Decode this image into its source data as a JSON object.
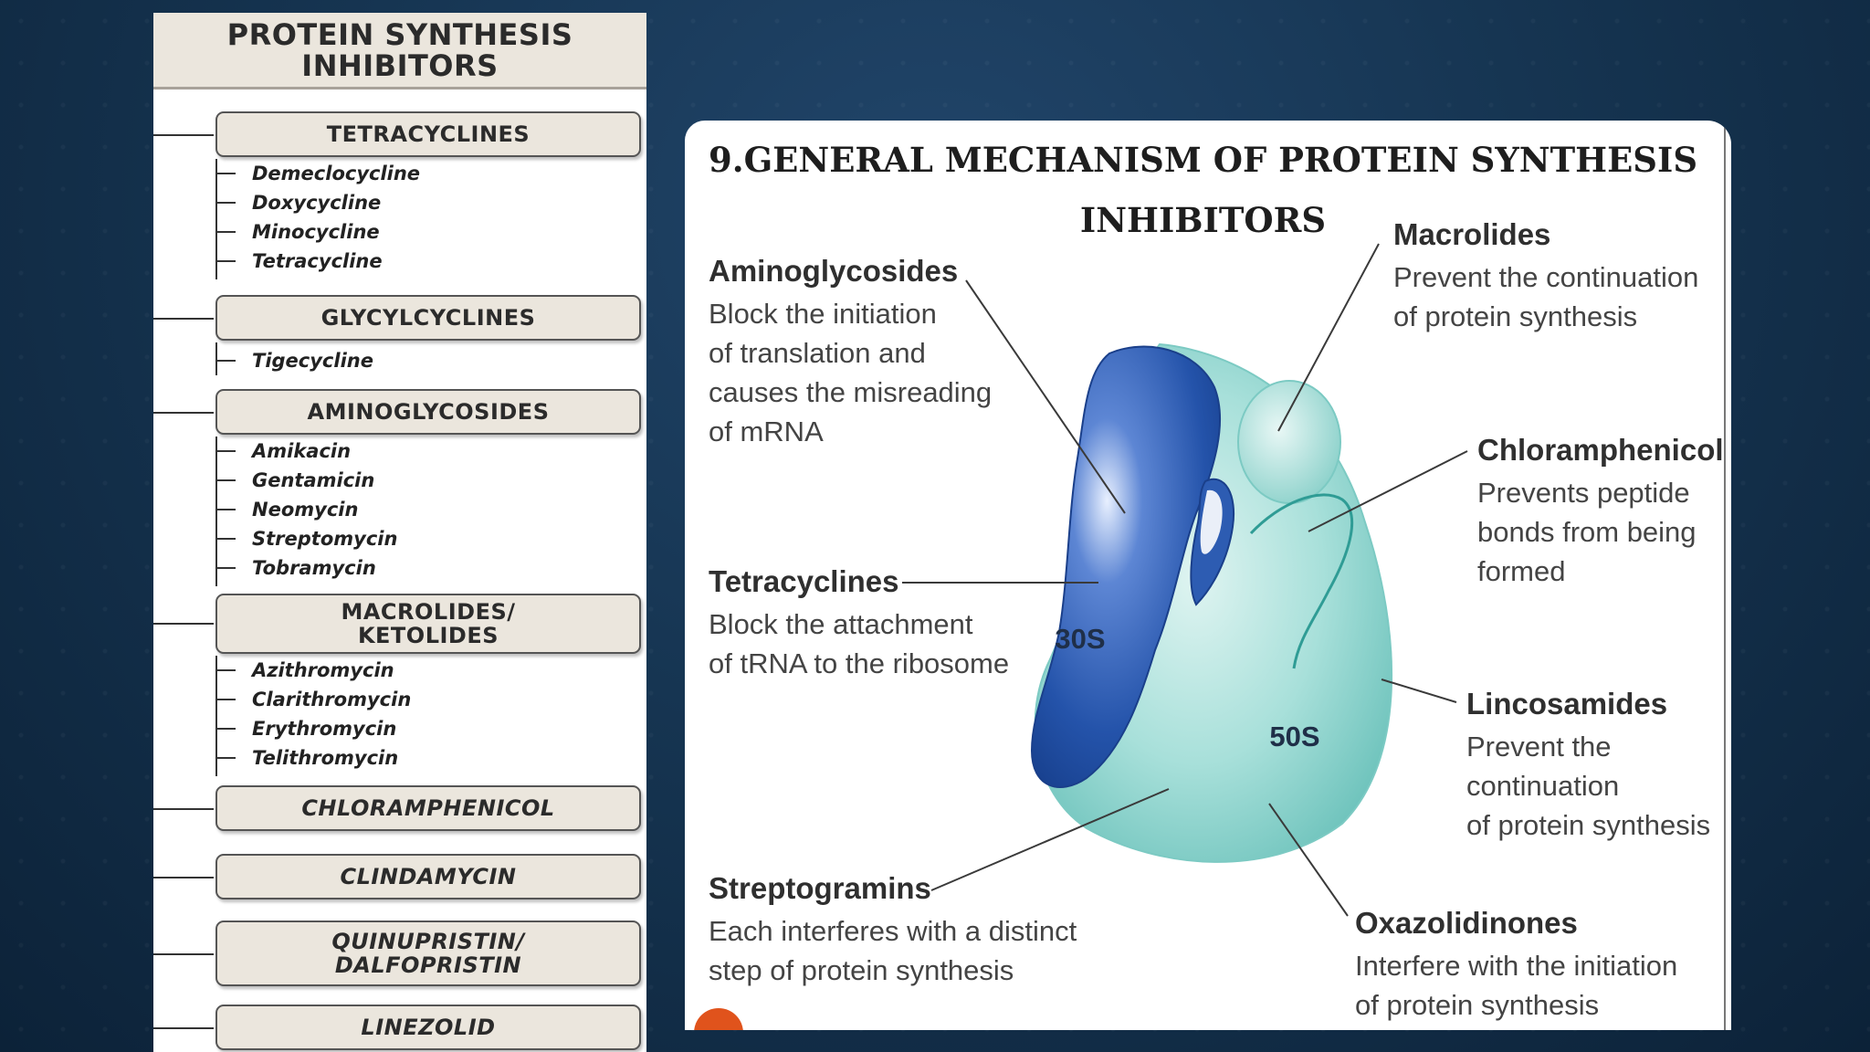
{
  "left_panel": {
    "title": "PROTEIN SYNTHESIS\nINHIBITORS",
    "classes": [
      {
        "name": "TETRACYCLINES",
        "drugs": [
          "Demeclocycline",
          "Doxycycline",
          "Minocycline",
          "Tetracycline"
        ]
      },
      {
        "name": "GLYCYLCYCLINES",
        "drugs": [
          "Tigecycline"
        ]
      },
      {
        "name": "AMINOGLYCOSIDES",
        "drugs": [
          "Amikacin",
          "Gentamicin",
          "Neomycin",
          "Streptomycin",
          "Tobramycin"
        ]
      },
      {
        "name": "MACROLIDES/\nKETOLIDES",
        "drugs": [
          "Azithromycin",
          "Clarithromycin",
          "Erythromycin",
          "Telithromycin"
        ]
      },
      {
        "name": "CHLORAMPHENICOL",
        "drugs": []
      },
      {
        "name": "CLINDAMYCIN",
        "drugs": []
      },
      {
        "name": "QUINUPRISTIN/\nDALFOPRISTIN",
        "drugs": []
      },
      {
        "name": "LINEZOLID",
        "drugs": []
      }
    ]
  },
  "diagram": {
    "title": "9.GENERAL MECHANISM OF PROTEIN SYNTHESIS\nINHIBITORS",
    "subunit_small": "30S",
    "subunit_large": "50S",
    "annotations": {
      "aminoglycosides": {
        "title": "Aminoglycosides",
        "desc": "Block the initiation\nof translation and\ncauses the misreading\nof mRNA"
      },
      "tetracyclines": {
        "title": "Tetracyclines",
        "desc": "Block the attachment\nof tRNA to the ribosome"
      },
      "streptogramins": {
        "title": "Streptogramins",
        "desc": "Each interferes with a distinct\nstep of protein synthesis"
      },
      "macrolides": {
        "title": "Macrolides",
        "desc": "Prevent the continuation\nof protein synthesis"
      },
      "chloramphenicol": {
        "title": "Chloramphenicol",
        "desc": "Prevents peptide\nbonds from being\nformed"
      },
      "lincosamides": {
        "title": "Lincosamides",
        "desc": "Prevent the\ncontinuation\nof protein synthesis"
      },
      "oxazolidinones": {
        "title": "Oxazolidinones",
        "desc": "Interfere with the initiation\nof protein synthesis"
      }
    }
  },
  "colors": {
    "background": "#163552",
    "box_fill": "#ebe6dd",
    "subunit_30s": "#2f5fb5",
    "subunit_50s": "#8fd3cc",
    "accent_dot": "#e0531c"
  }
}
